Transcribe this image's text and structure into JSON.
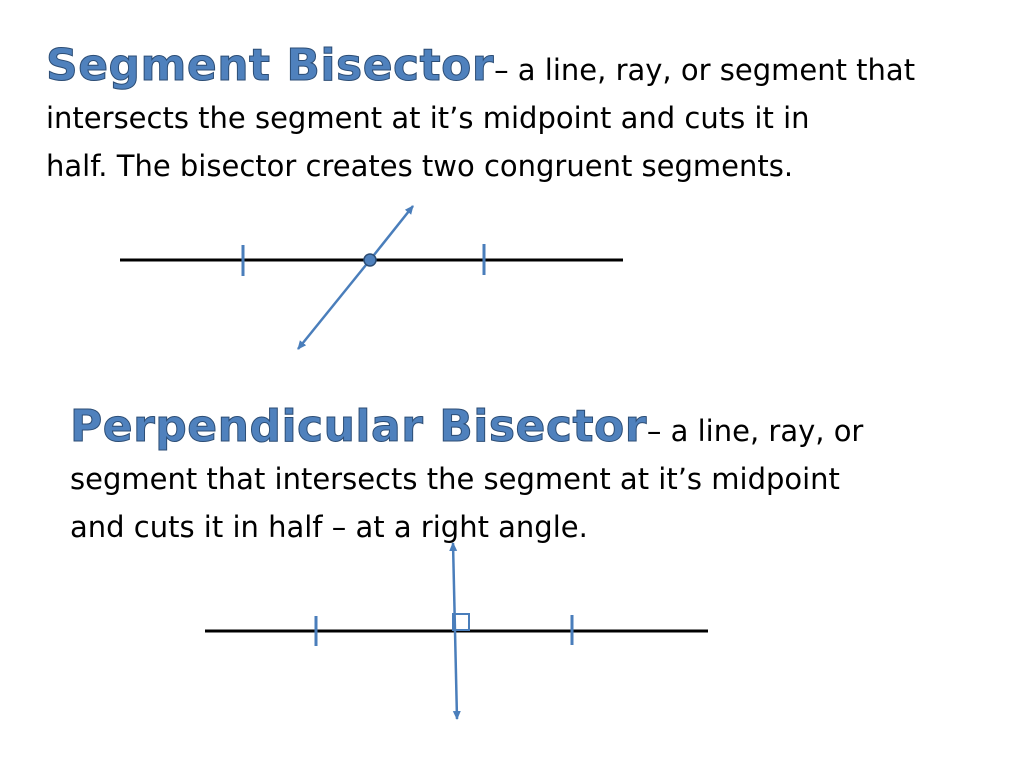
{
  "slide": {
    "definitions": [
      {
        "term": "Segment Bisector",
        "dash": "–",
        "lines": [
          " a line, ray, or segment that",
          "intersects the segment at it’s midpoint and cuts it in",
          "half.  The bisector creates two congruent segments."
        ]
      },
      {
        "term": "Perpendicular Bisector",
        "dash": "–",
        "lines": [
          " a line, ray, or",
          "segment that intersects the segment at it’s midpoint",
          "and cuts it in half – at a right angle."
        ]
      }
    ]
  },
  "colors": {
    "term_fill": "#4f81bd",
    "term_outline": "#2c4d75",
    "segment": "#000000",
    "bisector": "#4a7ebb"
  }
}
